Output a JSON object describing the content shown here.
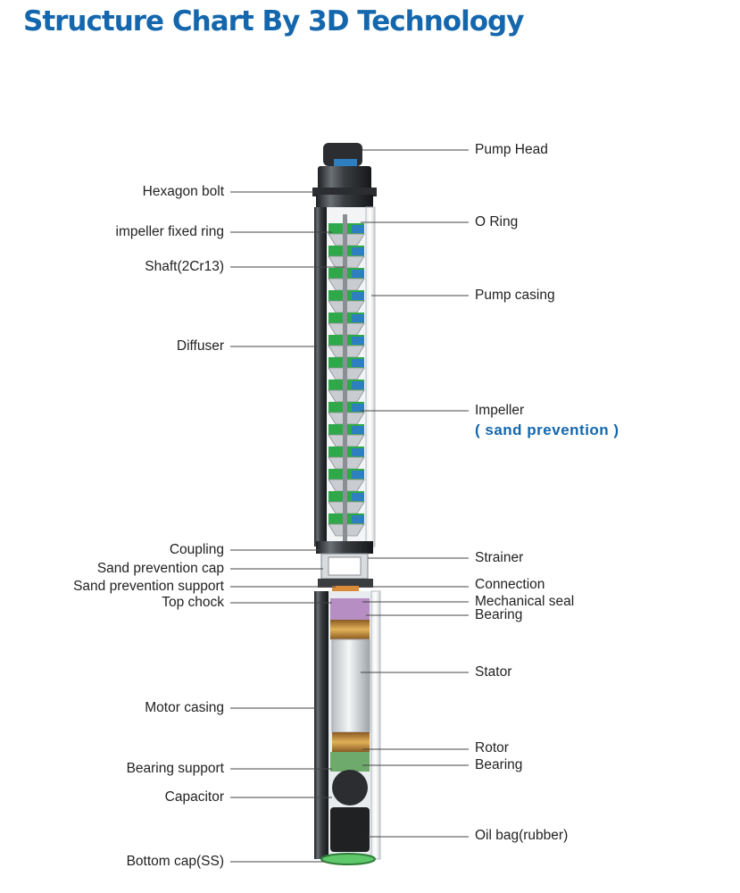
{
  "title": "Structure Chart By 3D Technology",
  "labels_left": {
    "hexagon_bolt": "Hexagon bolt",
    "impeller_fixed_ring": "impeller fixed ring",
    "shaft": "Shaft(2Cr13)",
    "diffuser": "Diffuser",
    "coupling": "Coupling",
    "sand_prevention_cap": "Sand prevention cap",
    "sand_prevention_support": "Sand prevention support",
    "top_chock": "Top chock",
    "motor_casing": "Motor casing",
    "bearing_support": "Bearing support",
    "capacitor": "Capacitor",
    "bottom_cap": "Bottom cap(SS)"
  },
  "labels_right": {
    "pump_head": "Pump Head",
    "o_ring": "O Ring",
    "pump_casing": "Pump casing",
    "impeller": "Impeller",
    "sand_prevention_note": "( sand prevention )",
    "strainer": "Strainer",
    "connection": "Connection",
    "mechanical_seal": "Mechanical seal",
    "bearing_top": "Bearing",
    "stator": "Stator",
    "rotor": "Rotor",
    "bearing_bottom": "Bearing",
    "oil_bag": "Oil bag(rubber)"
  },
  "colors": {
    "title": "#1467ad",
    "accent_note": "#1467ad",
    "casing": "#3a3d40",
    "impeller_green": "#2fa84a",
    "impeller_blue": "#2e7fc0",
    "bottom_ring": "#5ec86a"
  }
}
